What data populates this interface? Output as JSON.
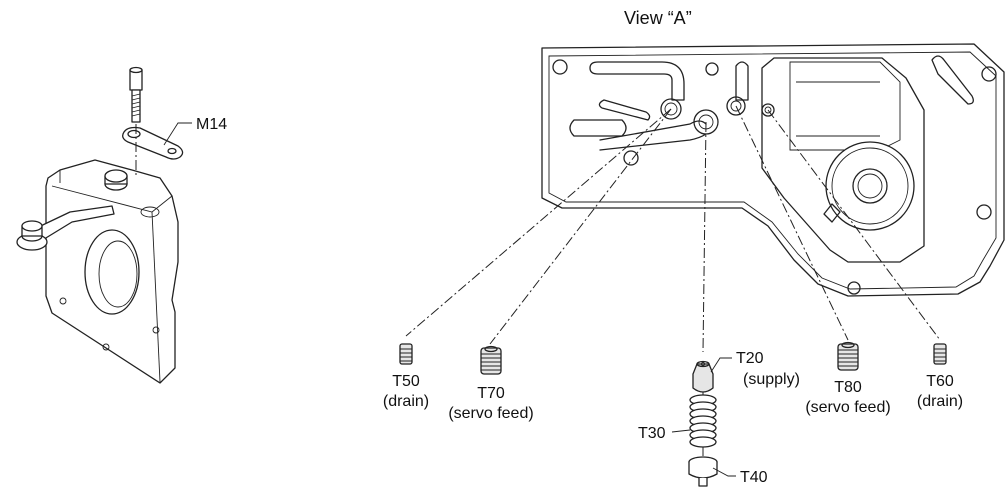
{
  "view_title": "View “A”",
  "labels": {
    "m14": "M14",
    "t50_num": "T50",
    "t50_desc": "(drain)",
    "t70_num": "T70",
    "t70_desc": "(servo feed)",
    "t20_num": "T20",
    "t20_desc": "(supply)",
    "t80_num": "T80",
    "t80_desc": "(servo feed)",
    "t60_num": "T60",
    "t60_desc": "(drain)",
    "t30": "T30",
    "t40": "T40"
  }
}
